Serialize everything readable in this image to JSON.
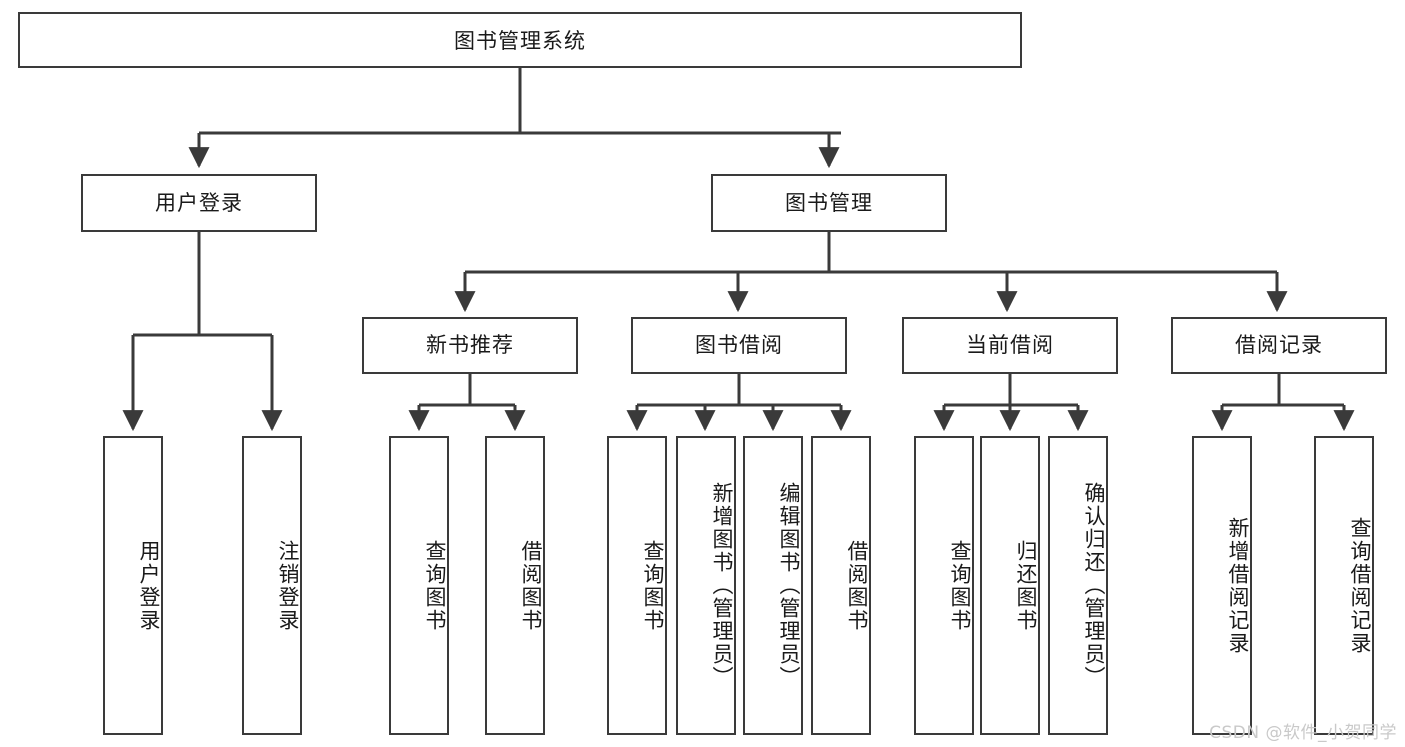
{
  "diagram": {
    "title": "图书管理系统",
    "type": "tree",
    "watermark": "CSDN @软件_小贺同学",
    "colors": {
      "stroke": "#3a3a3a",
      "fill": "#ffffff",
      "text": "#1a1a1a",
      "watermark": "#c9c9c9"
    },
    "nodes": {
      "root": {
        "label": "图书管理系统",
        "level": 0,
        "orientation": "horizontal"
      },
      "l1": [
        {
          "id": "user-login",
          "label": "用户登录",
          "level": 1,
          "orientation": "horizontal"
        },
        {
          "id": "book-manage",
          "label": "图书管理",
          "level": 1,
          "orientation": "horizontal"
        }
      ],
      "l2": [
        {
          "id": "new-book-rec",
          "label": "新书推荐",
          "level": 2,
          "orientation": "horizontal"
        },
        {
          "id": "book-borrow",
          "label": "图书借阅",
          "level": 2,
          "orientation": "horizontal"
        },
        {
          "id": "current-borrow",
          "label": "当前借阅",
          "level": 2,
          "orientation": "horizontal"
        },
        {
          "id": "borrow-record",
          "label": "借阅记录",
          "level": 2,
          "orientation": "horizontal"
        }
      ],
      "leaves": [
        {
          "id": "leaf-user-login",
          "label": "用户登录",
          "parent": "user-login",
          "orientation": "vertical"
        },
        {
          "id": "leaf-user-logout",
          "label": "注销登录",
          "parent": "user-login",
          "orientation": "vertical"
        },
        {
          "id": "leaf-query-book-1",
          "label": "查询图书",
          "parent": "new-book-rec",
          "orientation": "vertical"
        },
        {
          "id": "leaf-borrow-book-1",
          "label": "借阅图书",
          "parent": "new-book-rec",
          "orientation": "vertical"
        },
        {
          "id": "leaf-query-book-2",
          "label": "查询图书",
          "parent": "book-borrow",
          "orientation": "vertical"
        },
        {
          "id": "leaf-add-book",
          "label": "新增图书（管理员）",
          "parent": "book-borrow",
          "orientation": "vertical"
        },
        {
          "id": "leaf-edit-book",
          "label": "编辑图书（管理员）",
          "parent": "book-borrow",
          "orientation": "vertical"
        },
        {
          "id": "leaf-borrow-book-2",
          "label": "借阅图书",
          "parent": "book-borrow",
          "orientation": "vertical"
        },
        {
          "id": "leaf-query-book-3",
          "label": "查询图书",
          "parent": "current-borrow",
          "orientation": "vertical"
        },
        {
          "id": "leaf-return-book",
          "label": "归还图书",
          "parent": "current-borrow",
          "orientation": "vertical"
        },
        {
          "id": "leaf-confirm-return",
          "label": "确认归还（管理员）",
          "parent": "current-borrow",
          "orientation": "vertical"
        },
        {
          "id": "leaf-add-record",
          "label": "新增借阅记录",
          "parent": "borrow-record",
          "orientation": "vertical"
        },
        {
          "id": "leaf-query-record",
          "label": "查询借阅记录",
          "parent": "borrow-record",
          "orientation": "vertical"
        }
      ]
    }
  }
}
